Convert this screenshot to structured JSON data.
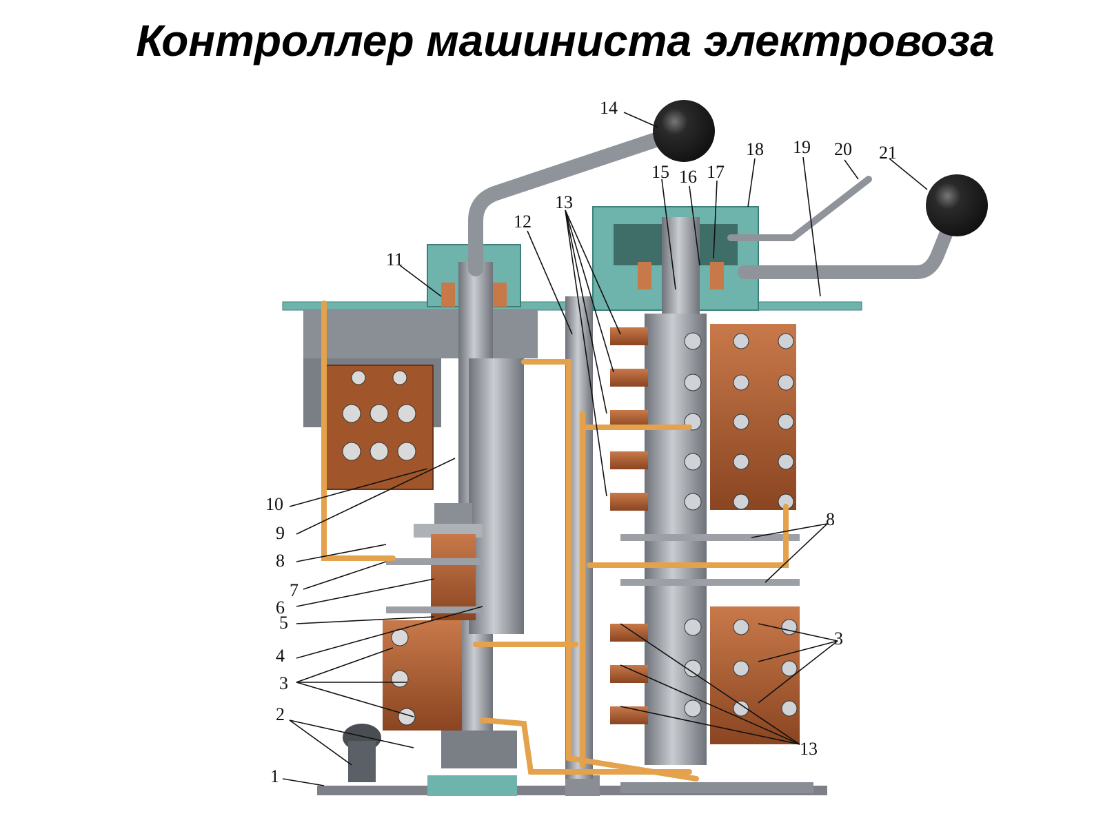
{
  "title": "Контроллер машиниста электровоза",
  "colors": {
    "steel": "#9a9ea6",
    "steel_dark": "#6e7279",
    "copper": "#a0552a",
    "copper_light": "#c8794a",
    "teal": "#6fb3ad",
    "wire": "#e3a24b",
    "black": "#1c1c1c"
  },
  "labels": {
    "n1": "1",
    "n2": "2",
    "n3a": "3",
    "n3b": "3",
    "n4": "4",
    "n5": "5",
    "n6": "6",
    "n7": "7",
    "n8a": "8",
    "n8b": "8",
    "n9": "9",
    "n10": "10",
    "n11": "11",
    "n12": "12",
    "n13a": "13",
    "n13b": "13",
    "n14": "14",
    "n15": "15",
    "n16": "16",
    "n17": "17",
    "n18": "18",
    "n19": "19",
    "n20": "20",
    "n21": "21"
  }
}
